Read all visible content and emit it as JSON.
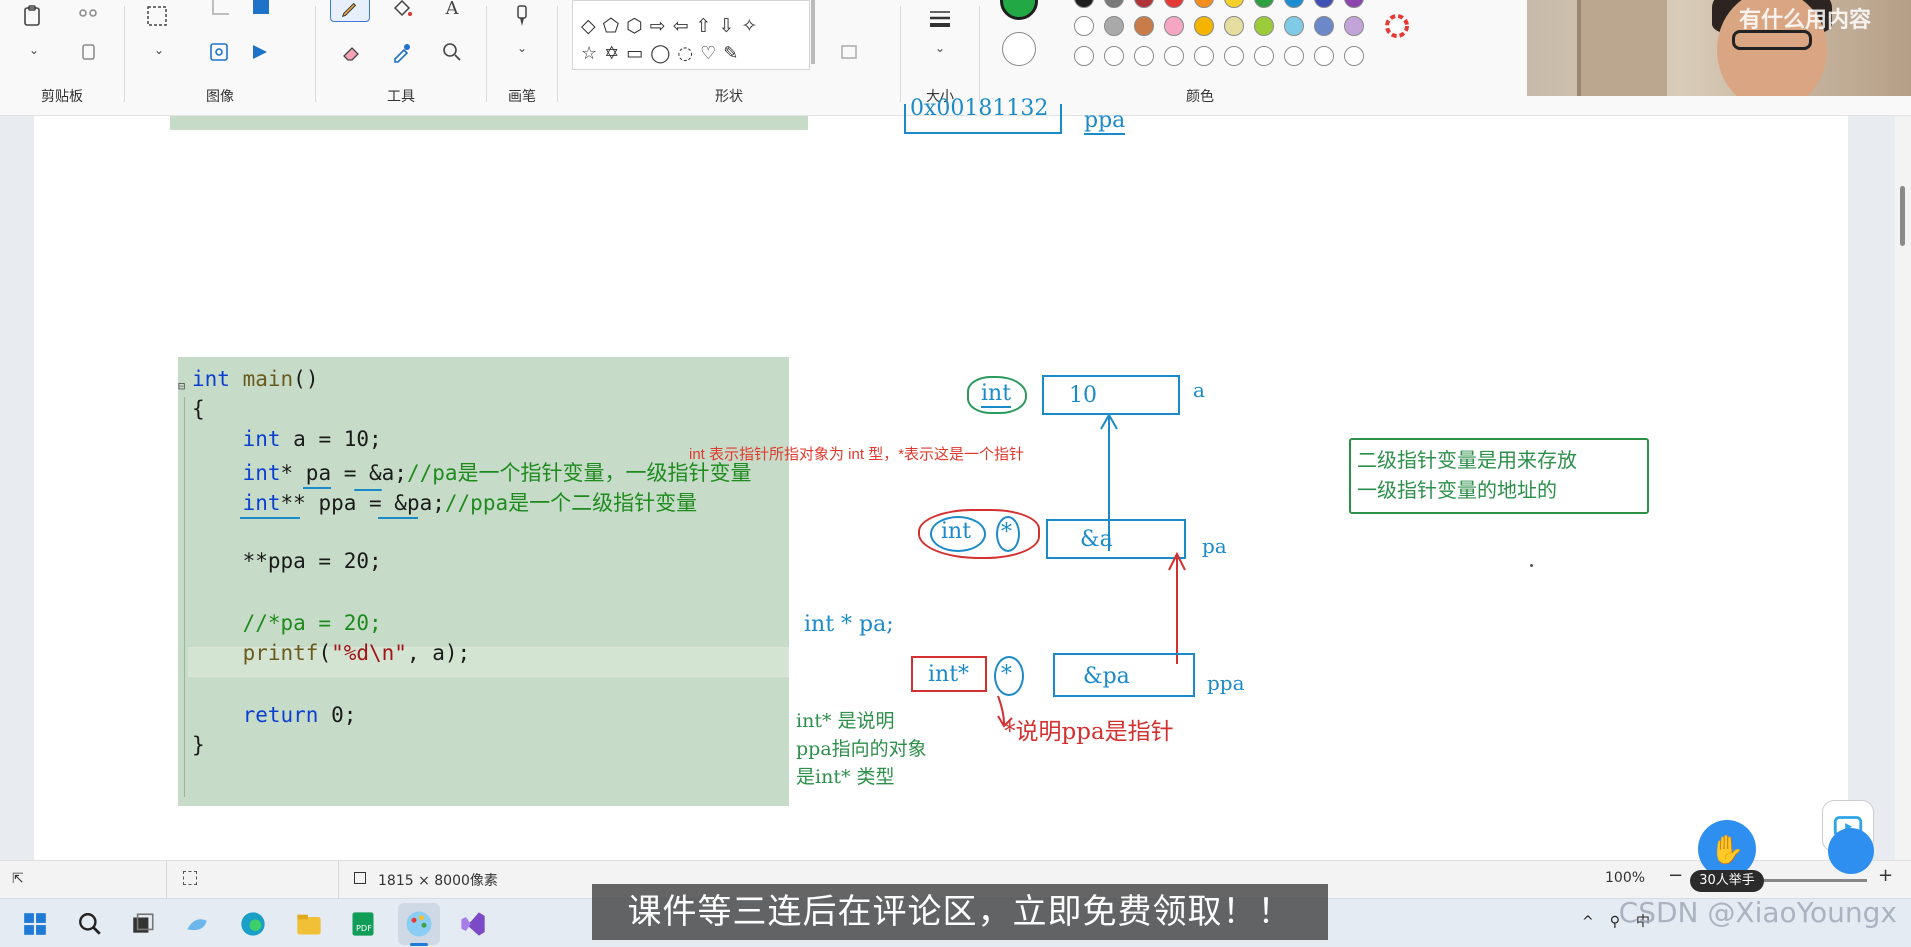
{
  "ribbon": {
    "groups": {
      "clipboard": "剪贴板",
      "image": "图像",
      "tools": "工具",
      "brush": "画笔",
      "shapes": "形状",
      "size": "大小",
      "colors": "颜色"
    },
    "palette_row1": [
      "#ffffff",
      "#a9a9a9",
      "#c97c4a",
      "#f4a6c2",
      "#f4b400",
      "#e6dea0",
      "#9ccc3c",
      "#7fcbe6",
      "#6d88c8",
      "#c3a4da"
    ],
    "primary_color": "#22a844",
    "secondary_color": "#ffffff"
  },
  "webcam": {
    "watermark": "有什么用内容"
  },
  "code": {
    "lines": [
      "int main()",
      "{",
      "    int a = 10;",
      "    int* pa = &a;//pa是一个指针变量，一级指针变量",
      "    int** ppa = &pa;//ppa是一个二级指针变量",
      "    **ppa = 20;",
      "    //*pa = 20;",
      "    printf(\"%d\\n\", a);",
      "    return 0;",
      "}"
    ]
  },
  "annotations": {
    "red_note": "int 表示指针所指对象为 int 型，*表示这是一个指针",
    "int_label": "int",
    "a_value": "10",
    "a_name": "a",
    "pa_value": "&a",
    "pa_name": "pa",
    "int_star_label_int": "int",
    "int_star_label_star": "*",
    "decl": "int * pa;",
    "ppa_type": "int*",
    "ppa_star": "*",
    "ppa_value": "&pa",
    "ppa_name": "ppa",
    "explain1": "int* 是说明",
    "explain2": "ppa指向的对象",
    "explain3": "是int* 类型",
    "star_note": "*说明ppa是指针",
    "green_note1": "二级指针变量是用来存放",
    "green_note2": "一级指针变量的地址的",
    "top_addr": "0x00181132",
    "top_name": "ppa"
  },
  "statusbar": {
    "dimensions": "1815 × 8000像素",
    "zoom": "100%",
    "hands_raised": "30人举手"
  },
  "subtitle": "课件等三连后在评论区，立即免费领取！！",
  "watermark": "CSDN @XiaoYoungx"
}
